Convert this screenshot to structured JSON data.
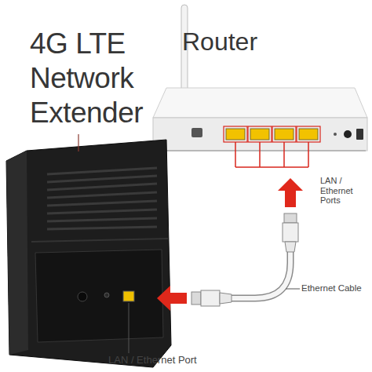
{
  "diagram": {
    "nodes": [
      {
        "text": [
          "4G LTE Network Extender"
        ]
      },
      {
        "text": [
          "Router"
        ]
      }
    ],
    "edges": [
      {
        "from": 1,
        "to": 0,
        "arrow": "both",
        "label": "Ethernet Cable"
      }
    ],
    "labels": [
      "LAN / Ethernet Ports",
      "LAN / Ethernet Port"
    ]
  }
}
